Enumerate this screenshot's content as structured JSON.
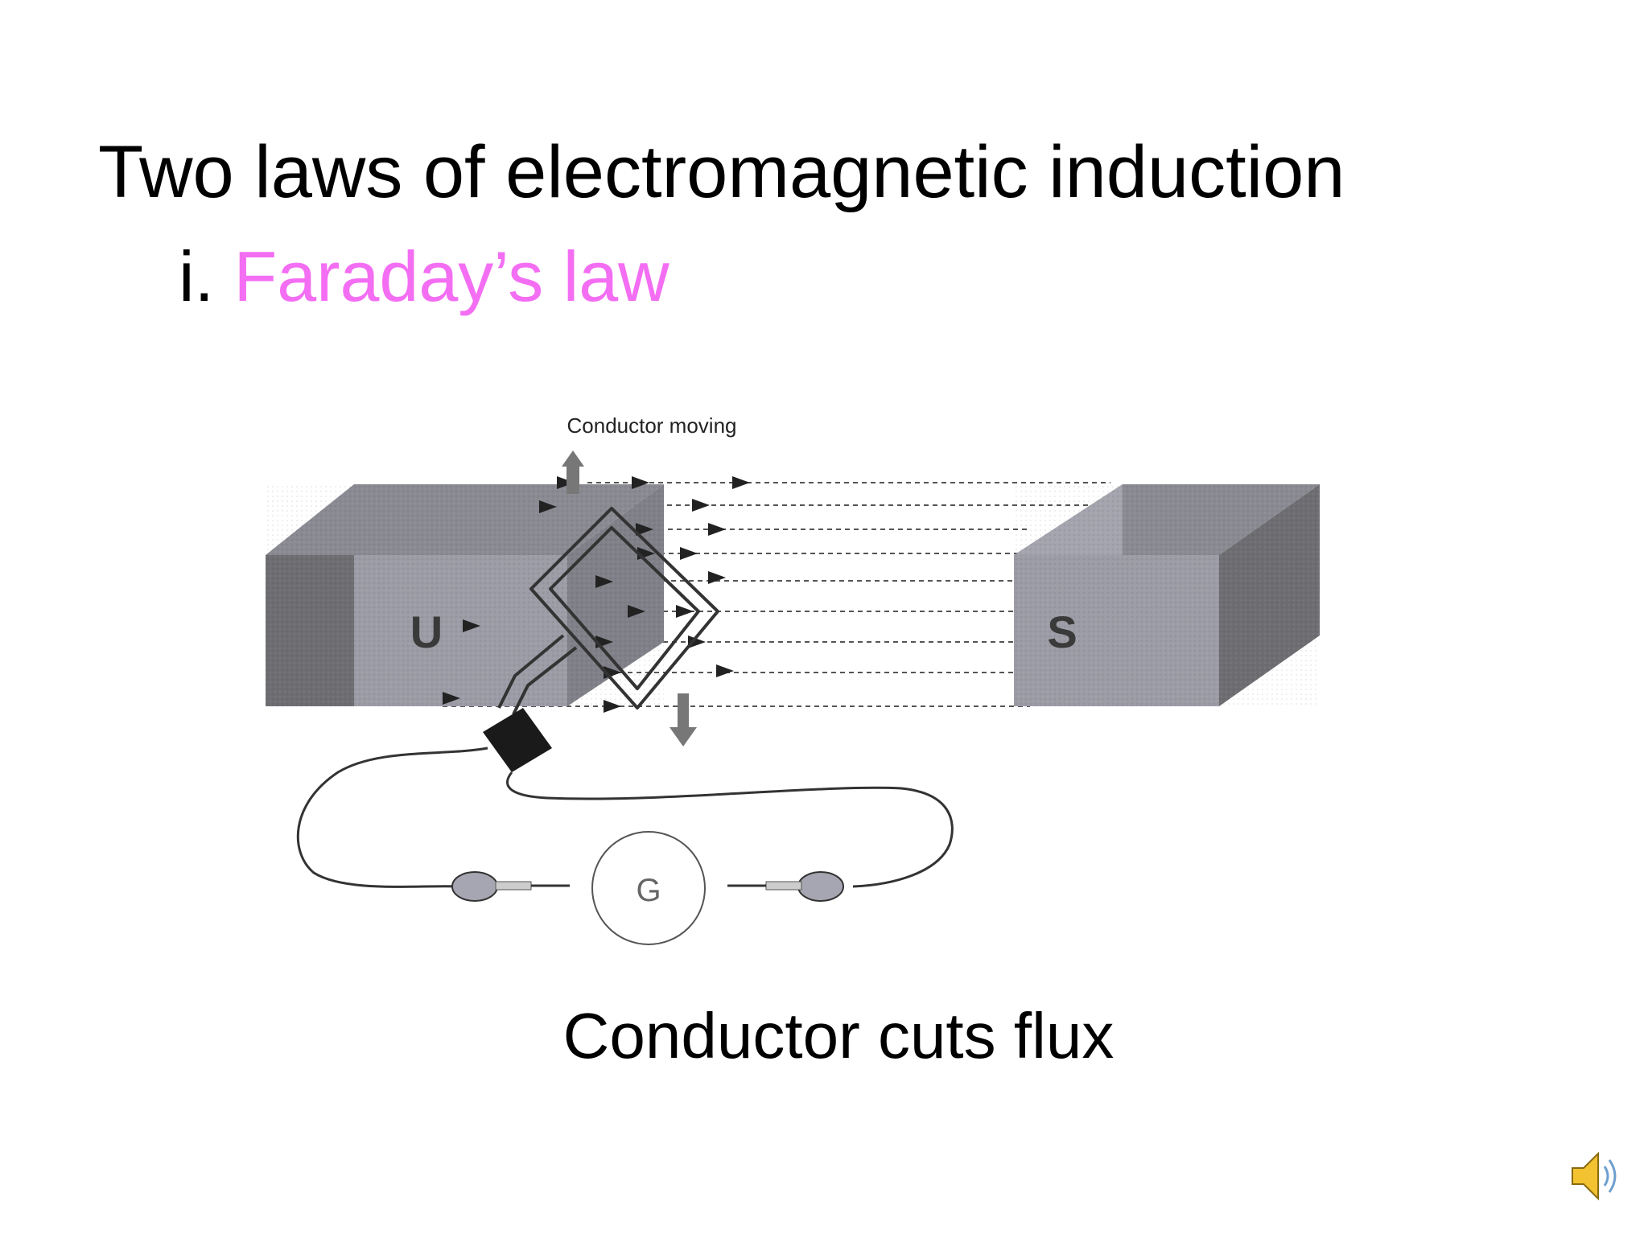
{
  "slide": {
    "title": "Two laws of electromagnetic induction",
    "subtitle_number": "i.",
    "subtitle_law": "Faraday’s law",
    "caption": "Conductor cuts flux"
  },
  "diagram": {
    "motion_label": "Conductor moving",
    "left_pole": "U",
    "right_pole": "S",
    "meter": "G"
  },
  "colors": {
    "accent": "#f36ef3",
    "text": "#000000",
    "magnet_dark": "#6e6e72",
    "magnet_front": "#9c9ca6",
    "magnet_top": "#8a8a92"
  },
  "icons": [
    "speaker-icon"
  ]
}
